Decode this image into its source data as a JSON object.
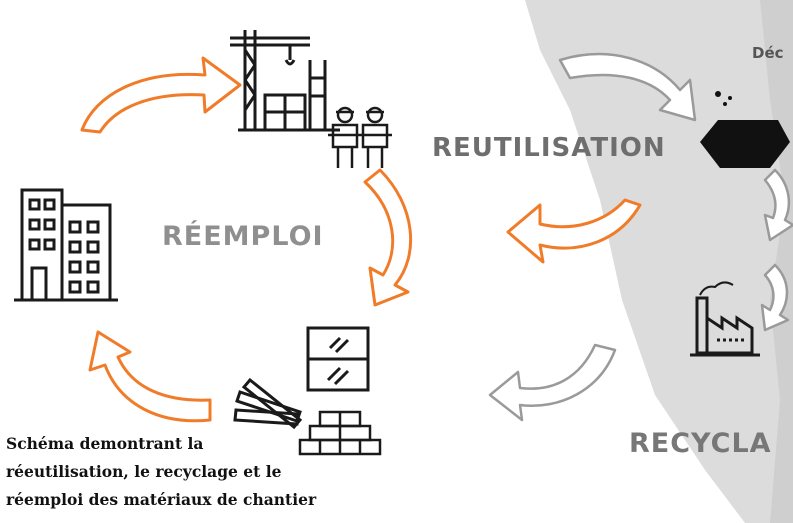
{
  "labels": {
    "reemploi": "RÉEMPLOI",
    "reutilisation": "REUTILISATION",
    "recyclage": "RECYCLA",
    "dechets": "Déc"
  },
  "caption": {
    "line1": "Schéma demontrant la",
    "line2": "réeutilisation, le recyclage et le",
    "line3": "réemploi des matériaux de chantier"
  },
  "colors": {
    "orange_arrows": "#f07c2a",
    "grey_arrows": "#9a9a9a",
    "background_band": "#dcdcdc",
    "icon_stroke": "#1a1a1a"
  },
  "icons": [
    "building-icon",
    "crane-construction-icon",
    "workers-icon",
    "window-icon",
    "planks-icon",
    "bricks-icon",
    "dumpster-icon",
    "factory-icon"
  ]
}
